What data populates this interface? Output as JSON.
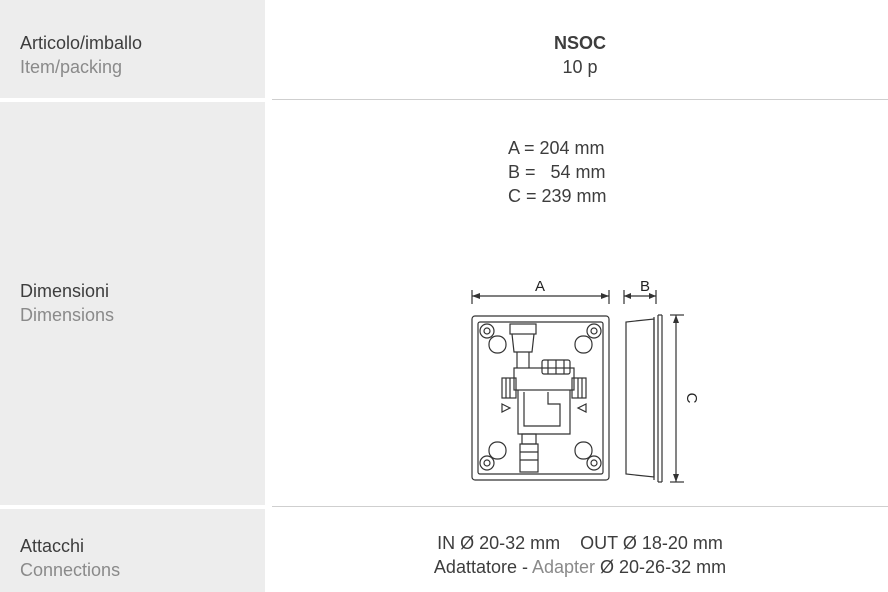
{
  "rows": [
    {
      "label_it": "Articolo/imballo",
      "label_en": "Item/packing",
      "code": "NSOC",
      "packing": "10 p"
    },
    {
      "label_it": "Dimensioni",
      "label_en": "Dimensions",
      "dimensions": [
        "A = 204 mm",
        "B =   54 mm",
        "C = 239 mm"
      ],
      "drawing_labels": {
        "a": "A",
        "b": "B",
        "c": "C"
      }
    },
    {
      "label_it": "Attacchi",
      "label_en": "Connections",
      "line1": "IN Ø 20-32 mm    OUT Ø 18-20 mm",
      "line2_prefix": "Adattatore - ",
      "line2_adapter_en": "Adapter",
      "line2_suffix": " Ø 20-26-32 mm"
    }
  ],
  "colors": {
    "label_background": "#ededed",
    "text": "#3d3d3d",
    "muted_text": "#8a8a8a",
    "separator": "#cfcfcf"
  }
}
